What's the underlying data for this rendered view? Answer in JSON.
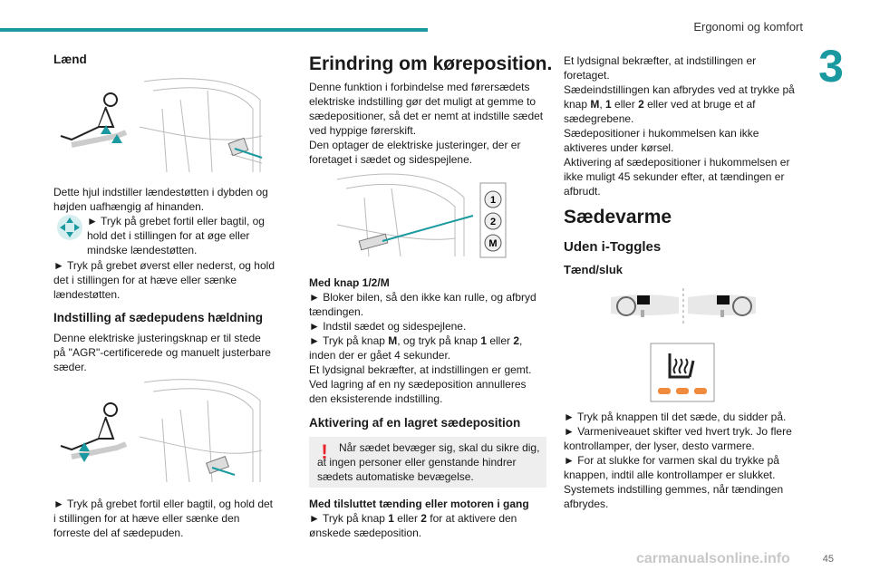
{
  "header": {
    "section_title": "Ergonomi og komfort",
    "chapter_number": "3",
    "accent_color": "#1a9aa0"
  },
  "col1": {
    "h_laend": "Lænd",
    "p1": "Dette hjul indstiller lændestøtten i dybden og højden uafhængig af hinanden.",
    "p2": "► Tryk på grebet fortil eller bagtil, og hold det i stillingen for at øge eller mindske lændestøtten.",
    "p3": "► Tryk på grebet øverst eller nederst, og hold det i stillingen for at hæve eller sænke lændestøtten.",
    "h_tilt": "Indstilling af sædepudens hældning",
    "p4": "Denne elektriske justeringsknap er til stede på \"AGR\"-certificerede og manuelt justerbare sæder.",
    "p5": "► Tryk på grebet fortil eller bagtil, og hold det i stillingen for at hæve eller sænke den forreste del af sædepuden."
  },
  "col2": {
    "h_memory": "Erindring om køreposition.",
    "p1": "Denne funktion i forbindelse med førersædets elektriske indstilling gør det muligt at gemme to sædepositioner, så det er nemt at indstille sædet ved hyppige førerskift.",
    "p2": "Den optager de elektriske justeringer, der er foretaget i sædet og sidespejlene.",
    "memory_buttons": [
      "1",
      "2",
      "M"
    ],
    "h_buttons": "Med knap 1/2/M",
    "b1": "► Bloker bilen, så den ikke kan rulle, og afbryd tændingen.",
    "b2": "► Indstil sædet og sidespejlene.",
    "b3_pre": "► Tryk på knap ",
    "b3_m": "M",
    "b3_mid": ", og tryk på knap ",
    "b3_1": "1",
    "b3_or": " eller ",
    "b3_2": "2",
    "b3_post": ", inden der er gået 4 sekunder.",
    "p3": "Et lydsignal bekræfter, at indstillingen er gemt.",
    "p4": "Ved lagring af en ny sædeposition annulleres den eksisterende indstilling.",
    "h_activate": "Aktivering af en lagret sædeposition",
    "warning": "Når sædet bevæger sig, skal du sikre dig, at ingen personer eller genstande hindrer sædets automatiske bevægelse.",
    "h_ignition": "Med tilsluttet tænding eller motoren i gang",
    "b4_pre": "► Tryk på knap ",
    "b4_1": "1",
    "b4_or": " eller ",
    "b4_2": "2",
    "b4_post": " for at aktivere den ønskede sædeposition."
  },
  "col3": {
    "p1": "Et lydsignal bekræfter, at indstillingen er foretaget.",
    "p2_pre": "Sædeindstillingen kan afbrydes ved at trykke på knap ",
    "p2_m": "M",
    "p2_c": ", ",
    "p2_1": "1",
    "p2_or": " eller ",
    "p2_2": "2",
    "p2_post": " eller ved at bruge et af sædegrebene.",
    "p3": "Sædepositioner i hukommelsen kan ikke aktiveres under kørsel.",
    "p4": "Aktivering af sædepositioner i hukommelsen er ikke muligt 45 sekunder efter, at tændingen er afbrudt.",
    "h_heat": "Sædevarme",
    "h_toggles": "Uden i-Toggles",
    "h_onoff": "Tænd/sluk",
    "b1": "► Tryk på knappen til det sæde, du sidder på.",
    "b2": "► Varmeniveauet skifter ved hvert tryk. Jo flere kontrollamper, der lyser, desto varmere.",
    "b3": "► For at slukke for varmen skal du trykke på knappen, indtil alle kontrollamper er slukket.",
    "p5": "Systemets indstilling gemmes, når tændingen afbrydes."
  },
  "footer": {
    "page_number": "45",
    "watermark": "carmanualsonline.info"
  }
}
